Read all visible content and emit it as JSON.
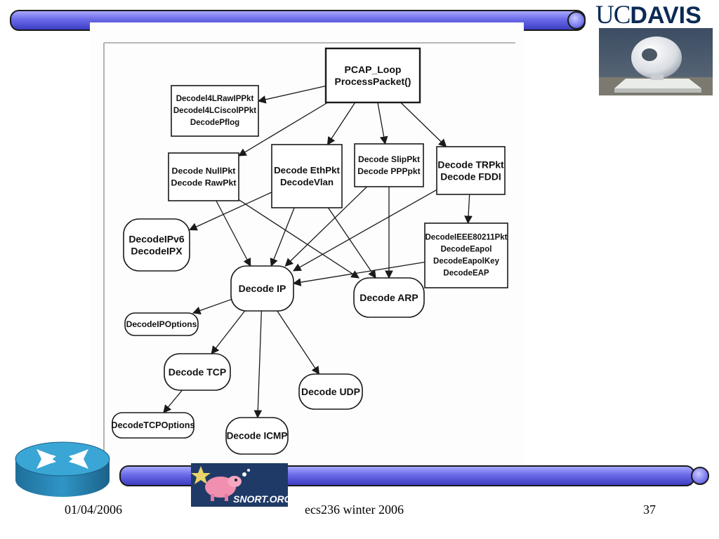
{
  "logo": {
    "uc": "UC",
    "davis": "DAVIS"
  },
  "diagram": {
    "nodes": [
      {
        "id": "pcap",
        "lines": [
          "PCAP_Loop",
          "ProcessPacket()"
        ]
      },
      {
        "id": "d4l",
        "lines": [
          "Decodel4LRawIPPkt",
          "Decodel4LCiscolPPkt",
          "DecodePflog"
        ]
      },
      {
        "id": "nullpkt",
        "lines": [
          "Decode NullPkt",
          "Decode RawPkt"
        ]
      },
      {
        "id": "ethpkt",
        "lines": [
          "Decode EthPkt",
          "DecodeVlan"
        ]
      },
      {
        "id": "slippkt",
        "lines": [
          "Decode SlipPkt",
          "Decode PPPpkt"
        ]
      },
      {
        "id": "trpkt",
        "lines": [
          "Decode TRPkt",
          "Decode FDDI"
        ]
      },
      {
        "id": "ipv6",
        "lines": [
          "DecodeIPv6",
          "DecodeIPX"
        ]
      },
      {
        "id": "ieee",
        "lines": [
          "DecodeIEEE80211Pkt",
          "DecodeEapol",
          "DecodeEapolKey",
          "DecodeEAP"
        ]
      },
      {
        "id": "ip",
        "lines": [
          "Decode IP"
        ]
      },
      {
        "id": "arp",
        "lines": [
          "Decode ARP"
        ]
      },
      {
        "id": "ipoptions",
        "lines": [
          "DecodeIPOptions"
        ]
      },
      {
        "id": "tcp",
        "lines": [
          "Decode TCP"
        ]
      },
      {
        "id": "udp",
        "lines": [
          "Decode UDP"
        ]
      },
      {
        "id": "tcpoptions",
        "lines": [
          "DecodeTCPOptions"
        ]
      },
      {
        "id": "icmp",
        "lines": [
          "Decode ICMP"
        ]
      }
    ],
    "edges": [
      [
        "pcap",
        "d4l"
      ],
      [
        "pcap",
        "nullpkt"
      ],
      [
        "pcap",
        "ethpkt"
      ],
      [
        "pcap",
        "slippkt"
      ],
      [
        "pcap",
        "trpkt"
      ],
      [
        "nullpkt",
        "ip"
      ],
      [
        "nullpkt",
        "arp"
      ],
      [
        "ethpkt",
        "ipv6"
      ],
      [
        "ethpkt",
        "ip"
      ],
      [
        "ethpkt",
        "arp"
      ],
      [
        "slippkt",
        "ip"
      ],
      [
        "slippkt",
        "arp"
      ],
      [
        "trpkt",
        "ieee"
      ],
      [
        "trpkt",
        "ip"
      ],
      [
        "ieee",
        "ip"
      ],
      [
        "ip",
        "ipoptions"
      ],
      [
        "ip",
        "tcp"
      ],
      [
        "ip",
        "udp"
      ],
      [
        "ip",
        "icmp"
      ],
      [
        "tcp",
        "tcpoptions"
      ]
    ]
  },
  "footer": {
    "date": "01/04/2006",
    "course": "ecs236 winter 2006",
    "page": "37"
  }
}
